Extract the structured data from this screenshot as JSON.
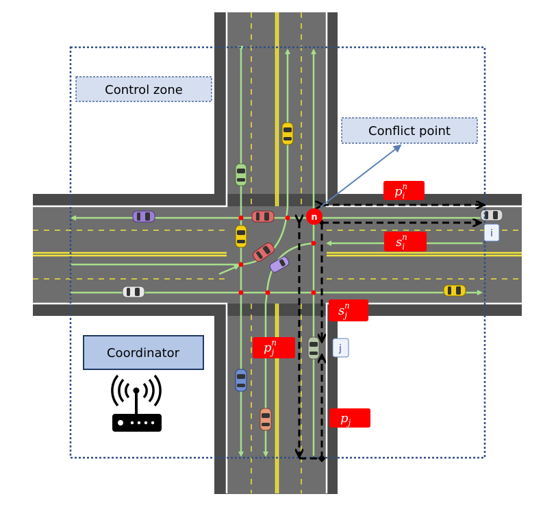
{
  "labels": {
    "control_zone": "Control zone",
    "conflict_point": "Conflict point",
    "coordinator": "Coordinator",
    "node": "n"
  },
  "vehicle_tags": {
    "i": "i",
    "j": "j"
  },
  "variables": {
    "p_i_n": {
      "base": "p",
      "sub": "i",
      "sup": "n"
    },
    "s_i_n": {
      "base": "s",
      "sub": "i",
      "sup": "n"
    },
    "s_j_n": {
      "base": "s",
      "sub": "j",
      "sup": "n"
    },
    "p_j_n": {
      "base": "p",
      "sub": "j",
      "sup": "n"
    },
    "p_j": {
      "base": "p",
      "sub": "j",
      "sup": ""
    }
  },
  "colors": {
    "road": "#6e6e6e",
    "road_edge": "#4a4a4a",
    "lane_yellow": "#f1e33c",
    "lane_white": "#ffffff",
    "path_green": "#a8df8a",
    "conflict_red": "#ff0000",
    "label_red": "#ff0000",
    "zone_blue": "#2f4f86",
    "box_fill": "#d6dff0",
    "coordinator_fill": "#b4c7e7"
  },
  "icons": {
    "coordinator": "wireless-router-icon"
  }
}
